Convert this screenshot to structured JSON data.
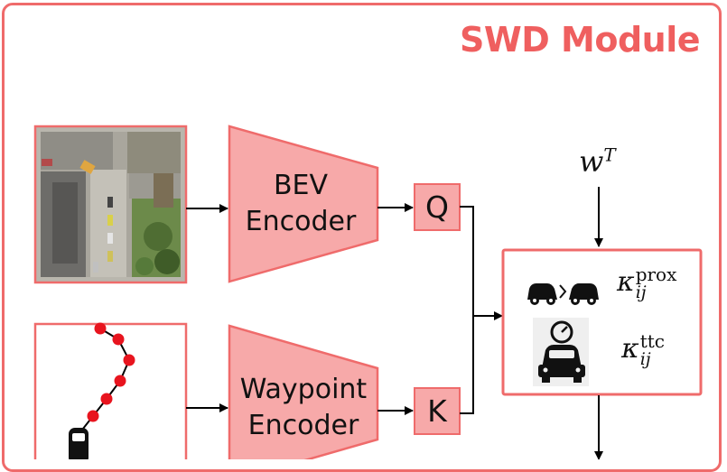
{
  "module": {
    "title": "SWD Module"
  },
  "encoders": {
    "bev": {
      "line1": "BEV",
      "line2": "Encoder"
    },
    "waypoint": {
      "line1": "Waypoint",
      "line2": "Encoder"
    }
  },
  "tokens": {
    "query": "Q",
    "key": "K"
  },
  "weight": {
    "base": "w",
    "sup": "T"
  },
  "risk_terms": [
    {
      "icon": "car-proximity-icon",
      "base": "κ",
      "sup": "prox",
      "sub": "ij"
    },
    {
      "icon": "speedometer-car-icon",
      "base": "κ",
      "sup": "ttc",
      "sub": "ij"
    }
  ],
  "colors": {
    "accent": "#ef6b6b",
    "encoder_fill": "#f7a9a9",
    "token_fill": "#f7a9a9",
    "waypoint_dot": "#e8141e"
  }
}
